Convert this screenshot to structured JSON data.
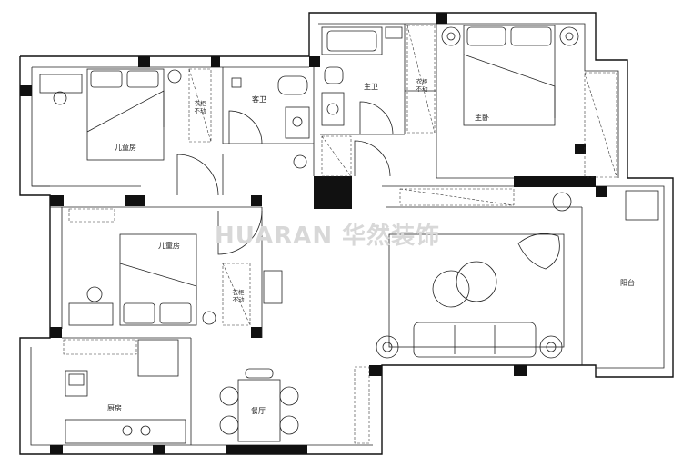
{
  "watermark": "HUARAN 华然装饰",
  "rooms": {
    "kids_room_1": "儿童房",
    "kids_room_2": "儿童房",
    "guest_bath": "客卫",
    "master_bath": "主卫",
    "master_bedroom": "主卧",
    "balcony": "阳台",
    "kitchen": "厨房",
    "dining": "餐厅"
  },
  "wardrobes": {
    "w1_line1": "衣柜",
    "w1_line2": "不动",
    "w2_line1": "衣柜",
    "w2_line2": "不动",
    "w3_line1": "衣柜",
    "w3_line2": "不动"
  }
}
